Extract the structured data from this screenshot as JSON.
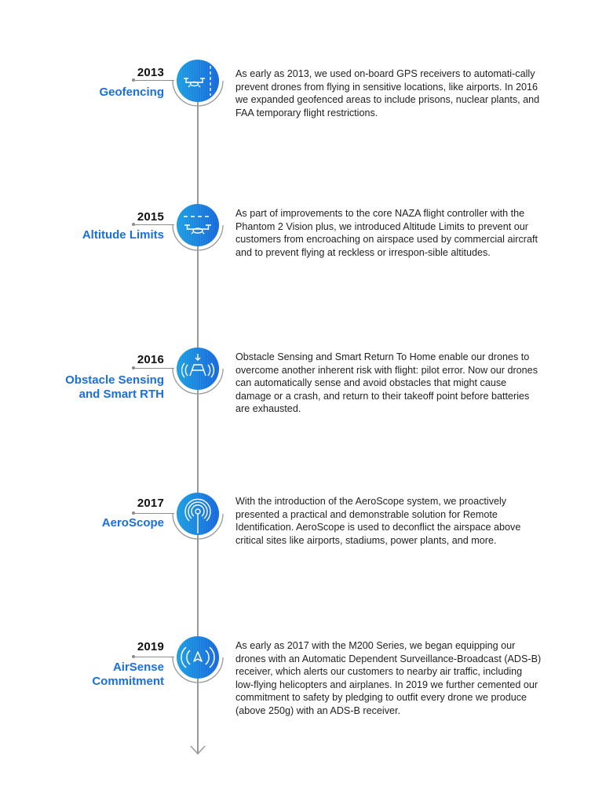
{
  "timeline": {
    "milestones": [
      {
        "year": "2013",
        "title_lines": [
          "Geofencing"
        ],
        "icon": "drone-geofence-icon",
        "description": "As early as 2013, we used on-board GPS receivers to automati-cally prevent drones from flying in sensitive locations, like airports. In 2016 we expanded geofenced areas to include prisons, nuclear plants, and FAA temporary flight restrictions."
      },
      {
        "year": "2015",
        "title_lines": [
          "Altitude Limits"
        ],
        "icon": "drone-altitude-limit-icon",
        "description": "As part of improvements to the core NAZA flight controller with the Phantom 2 Vision plus, we introduced Altitude Limits to prevent our customers from encroaching on airspace used by commercial aircraft and to prevent flying at reckless or irrespon-sible altitudes."
      },
      {
        "year": "2016",
        "title_lines": [
          "Obstacle Sensing",
          "and Smart RTH"
        ],
        "icon": "obstacle-sensing-icon",
        "description": "Obstacle Sensing and Smart Return To Home enable our drones to overcome another inherent risk with flight: pilot error. Now our drones can automatically sense and avoid obstacles that might cause damage or a crash, and return to their takeoff point before batteries are exhausted."
      },
      {
        "year": "2017",
        "title_lines": [
          "AeroScope"
        ],
        "icon": "aeroscope-antenna-icon",
        "description": "With the introduction of the AeroScope system, we proactively presented a practical and demonstrable solution for Remote Identification. AeroScope is used to deconflict the airspace above critical sites like airports, stadiums, power plants, and more."
      },
      {
        "year": "2019",
        "title_lines": [
          "AirSense",
          "Commitment"
        ],
        "icon": "airsense-broadcast-icon",
        "description": "As early as 2017 with the M200 Series, we began equipping our drones with an Automatic Dependent Surveillance-Broadcast (ADS-B) receiver, which alerts our customers to nearby air traffic, including low-flying helicopters and airplanes. In 2019 we further cemented our commitment to safety by pledging to outfit every drone we produce (above 250g) with an ADS-B receiver."
      }
    ]
  },
  "colors": {
    "title_blue": "#1a6fe0",
    "badge_light": "#1c9ee2",
    "badge_dark": "#1668dc",
    "line_gray": "#9a9a9a"
  }
}
